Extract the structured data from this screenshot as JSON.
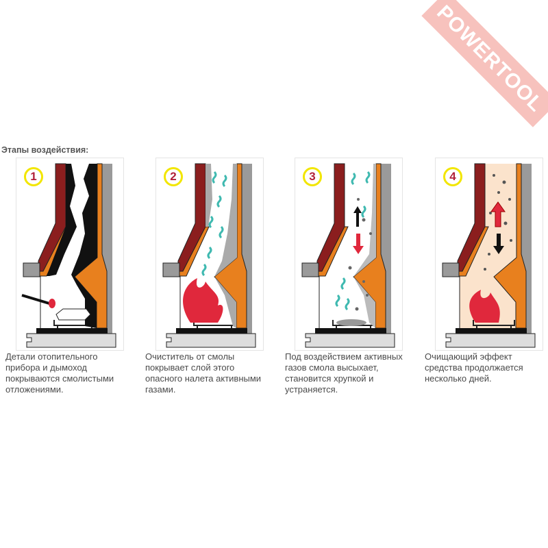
{
  "watermark": "POWERTOOL",
  "header": "Этапы воздействия:",
  "stages": [
    {
      "number": "1",
      "caption": "Детали отопительного\nприбора и дымоход\nпокрываются смолистыми\nотложениями."
    },
    {
      "number": "2",
      "caption": "Очиститель от смолы\nпокрывает слой этого\nопасного налета активными\nгазами."
    },
    {
      "number": "3",
      "caption": "Под воздействием активных\nгазов смола высыхает,\nстановится хрупкой и\nустраняется."
    },
    {
      "number": "4",
      "caption": "Очищающий эффект\nсредства продолжается\nнесколько дней."
    }
  ],
  "colors": {
    "brick": "#8b1e1e",
    "orange": "#e8801e",
    "gray": "#9a9a9a",
    "soot": "#111111",
    "flame": "#e0283c",
    "gas": "#3fb9b0",
    "peach": "#fbe3cc",
    "number_ring": "#f2e600"
  }
}
